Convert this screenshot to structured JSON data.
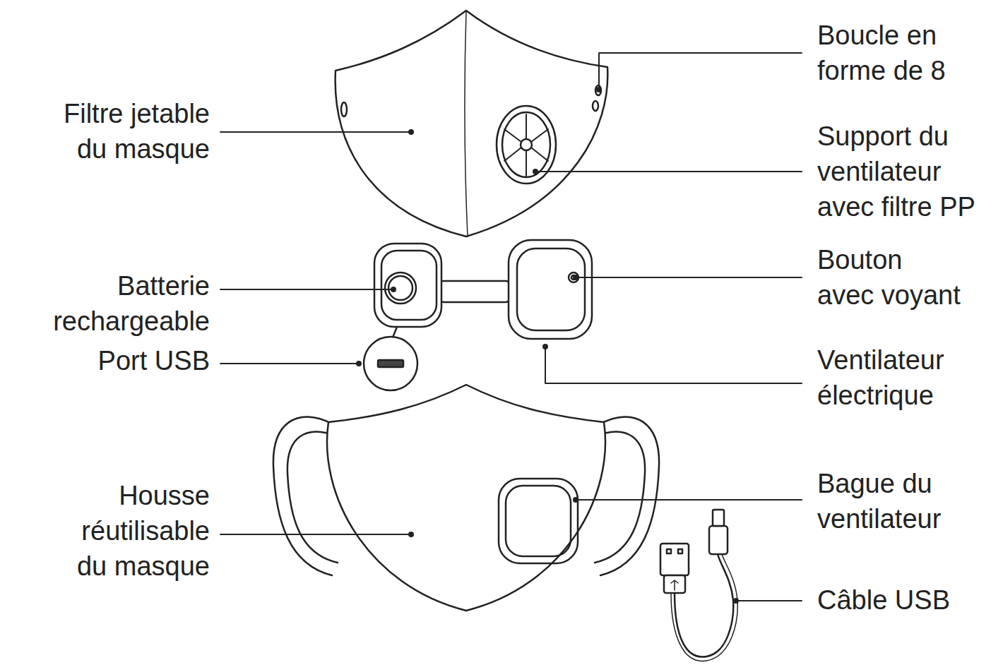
{
  "diagram": {
    "labels": [
      "Filtre jetable du masque",
      "Batterie rechargeable",
      "Port USB",
      "Housse réutilisable du masque",
      "Boucle en forme de 8",
      "Support du ventilateur avec filtre PP",
      "Bouton avec voyant",
      "Ventilateur électrique",
      "Bague du ventilateur",
      "Câble USB"
    ]
  }
}
